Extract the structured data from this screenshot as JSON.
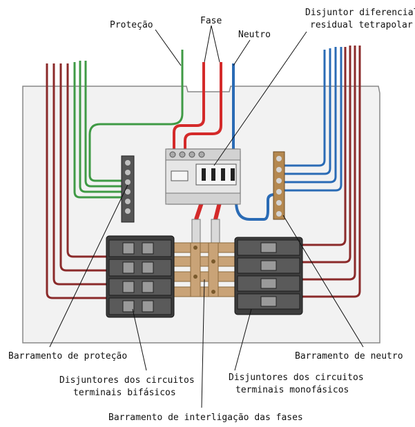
{
  "labels": {
    "protecao": "Proteção",
    "fase": "Fase",
    "neutro": "Neutro",
    "disjuntor_dif_line1": "Disjuntor diferencial",
    "disjuntor_dif_line2": "residual tetrapolar",
    "barramento_protecao": "Barramento de proteção",
    "barramento_neutro": "Barramento de neutro",
    "disj_bifasicos_line1": "Disjuntores dos circuitos",
    "disj_bifasicos_line2": "terminais bifásicos",
    "disj_monofasicos_line1": "Disjuntores dos circuitos",
    "disj_monofasicos_line2": "terminais monofásicos",
    "barramento_interligacao": "Barramento de interligação das fases"
  },
  "colors": {
    "phase_wire": "#d42a2a",
    "neutral_wire": "#2a6bb5",
    "protection_wire": "#3f9a45",
    "circuit_wire": "#8b2a2a",
    "busbar": "#c9a377",
    "breaker": "#3d3d3d",
    "panel": "#f2f2f2"
  }
}
